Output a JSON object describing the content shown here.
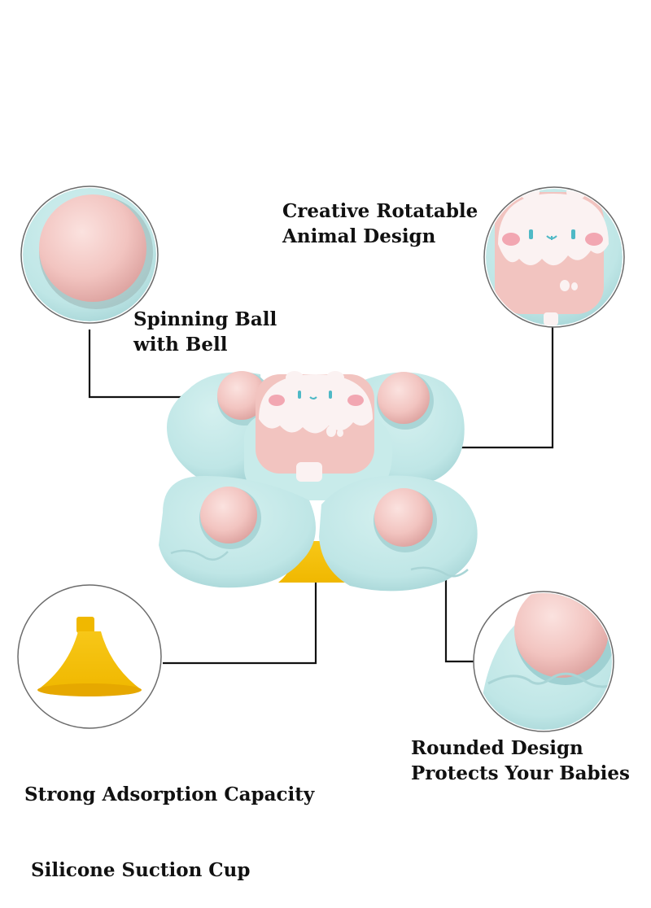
{
  "colors": {
    "background": "#ffffff",
    "body": "#bfe6e6",
    "body_shade": "#9fd0d2",
    "ball": "#f4c8c4",
    "ball_shade": "#e3a9a6",
    "face": "#fbeeee",
    "suction": "#f7c718",
    "text": "#111111",
    "line": "#111111"
  },
  "labels": {
    "spinning_ball": [
      "Spinning Ball",
      "with Bell"
    ],
    "animal_design": [
      "Creative Rotatable",
      "Animal Design"
    ],
    "suction_cup": [
      "Strong Adsorption Capacity",
      " Silicone Suction Cup"
    ],
    "rounded_design": [
      "Rounded Design",
      "Protects Your Babies"
    ]
  },
  "callouts": {
    "spinning_ball": {
      "icon": "pink-ball-icon"
    },
    "animal_design": {
      "icon": "bunny-face-icon"
    },
    "suction_cup": {
      "icon": "suction-cup-icon"
    },
    "rounded_design": {
      "icon": "rounded-edge-icon"
    }
  }
}
